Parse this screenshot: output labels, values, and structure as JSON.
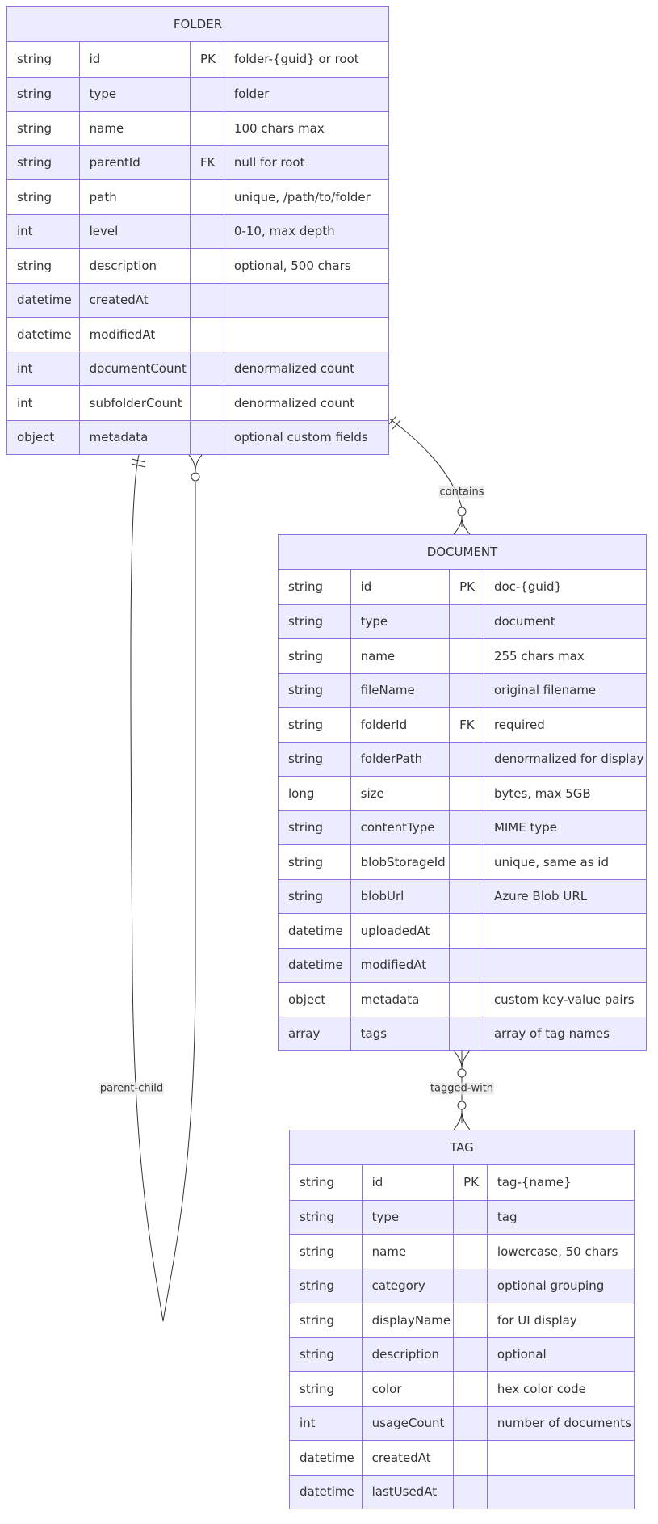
{
  "entities": [
    {
      "key": "folder",
      "name": "FOLDER",
      "attributes": [
        {
          "type": "string",
          "name": "id",
          "key": "PK",
          "comment": "folder-{guid} or root"
        },
        {
          "type": "string",
          "name": "type",
          "key": "",
          "comment": "folder"
        },
        {
          "type": "string",
          "name": "name",
          "key": "",
          "comment": "100 chars max"
        },
        {
          "type": "string",
          "name": "parentId",
          "key": "FK",
          "comment": "null for root"
        },
        {
          "type": "string",
          "name": "path",
          "key": "",
          "comment": "unique, /path/to/folder"
        },
        {
          "type": "int",
          "name": "level",
          "key": "",
          "comment": "0-10, max depth"
        },
        {
          "type": "string",
          "name": "description",
          "key": "",
          "comment": "optional, 500 chars"
        },
        {
          "type": "datetime",
          "name": "createdAt",
          "key": "",
          "comment": ""
        },
        {
          "type": "datetime",
          "name": "modifiedAt",
          "key": "",
          "comment": ""
        },
        {
          "type": "int",
          "name": "documentCount",
          "key": "",
          "comment": "denormalized count"
        },
        {
          "type": "int",
          "name": "subfolderCount",
          "key": "",
          "comment": "denormalized count"
        },
        {
          "type": "object",
          "name": "metadata",
          "key": "",
          "comment": "optional custom fields"
        }
      ]
    },
    {
      "key": "document",
      "name": "DOCUMENT",
      "attributes": [
        {
          "type": "string",
          "name": "id",
          "key": "PK",
          "comment": "doc-{guid}"
        },
        {
          "type": "string",
          "name": "type",
          "key": "",
          "comment": "document"
        },
        {
          "type": "string",
          "name": "name",
          "key": "",
          "comment": "255 chars max"
        },
        {
          "type": "string",
          "name": "fileName",
          "key": "",
          "comment": "original filename"
        },
        {
          "type": "string",
          "name": "folderId",
          "key": "FK",
          "comment": "required"
        },
        {
          "type": "string",
          "name": "folderPath",
          "key": "",
          "comment": "denormalized for display"
        },
        {
          "type": "long",
          "name": "size",
          "key": "",
          "comment": "bytes, max 5GB"
        },
        {
          "type": "string",
          "name": "contentType",
          "key": "",
          "comment": "MIME type"
        },
        {
          "type": "string",
          "name": "blobStorageId",
          "key": "",
          "comment": "unique, same as id"
        },
        {
          "type": "string",
          "name": "blobUrl",
          "key": "",
          "comment": "Azure Blob URL"
        },
        {
          "type": "datetime",
          "name": "uploadedAt",
          "key": "",
          "comment": ""
        },
        {
          "type": "datetime",
          "name": "modifiedAt",
          "key": "",
          "comment": ""
        },
        {
          "type": "object",
          "name": "metadata",
          "key": "",
          "comment": "custom key-value pairs"
        },
        {
          "type": "array",
          "name": "tags",
          "key": "",
          "comment": "array of tag names"
        }
      ]
    },
    {
      "key": "tag",
      "name": "TAG",
      "attributes": [
        {
          "type": "string",
          "name": "id",
          "key": "PK",
          "comment": "tag-{name}"
        },
        {
          "type": "string",
          "name": "type",
          "key": "",
          "comment": "tag"
        },
        {
          "type": "string",
          "name": "name",
          "key": "",
          "comment": "lowercase, 50 chars"
        },
        {
          "type": "string",
          "name": "category",
          "key": "",
          "comment": "optional grouping"
        },
        {
          "type": "string",
          "name": "displayName",
          "key": "",
          "comment": "for UI display"
        },
        {
          "type": "string",
          "name": "description",
          "key": "",
          "comment": "optional"
        },
        {
          "type": "string",
          "name": "color",
          "key": "",
          "comment": "hex color code"
        },
        {
          "type": "int",
          "name": "usageCount",
          "key": "",
          "comment": "number of documents"
        },
        {
          "type": "datetime",
          "name": "createdAt",
          "key": "",
          "comment": ""
        },
        {
          "type": "datetime",
          "name": "lastUsedAt",
          "key": "",
          "comment": ""
        }
      ]
    }
  ],
  "relationships": [
    {
      "key": "parent-child",
      "from": "folder",
      "to": "folder",
      "from_cardinality": "exactly-one",
      "to_cardinality": "zero-or-many",
      "label": "parent-child"
    },
    {
      "key": "contains",
      "from": "folder",
      "to": "document",
      "from_cardinality": "exactly-one",
      "to_cardinality": "zero-or-many",
      "label": "contains"
    },
    {
      "key": "tagged-with",
      "from": "document",
      "to": "tag",
      "from_cardinality": "zero-or-many",
      "to_cardinality": "zero-or-many",
      "label": "tagged-with"
    }
  ],
  "colors": {
    "border": "#9370DB",
    "header_fill": "#ECECFF",
    "row_even": "#ECECFF",
    "row_odd": "#FFFFFF",
    "text": "#333333",
    "edge": "#333333",
    "label_bg": "#E8E8E8"
  }
}
